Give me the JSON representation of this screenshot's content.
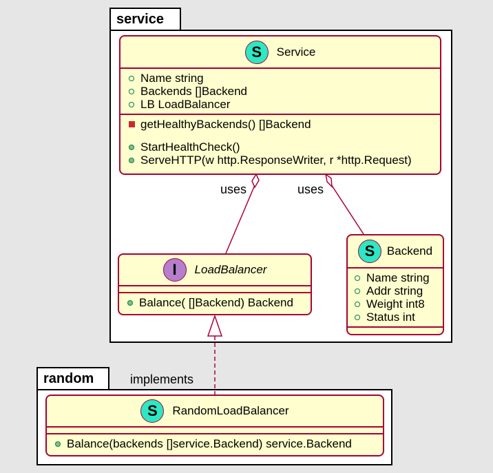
{
  "packages": {
    "service": "service",
    "random": "random"
  },
  "service_class": {
    "stereotype": "S",
    "name": "Service",
    "fields": [
      "Name string",
      "Backends []Backend",
      "LB LoadBalancer"
    ],
    "private_methods": [
      "getHealthyBackends() []Backend"
    ],
    "public_methods": [
      "StartHealthCheck()",
      "ServeHTTP(w http.ResponseWriter, r *http.Request)"
    ]
  },
  "loadbalancer_interface": {
    "stereotype": "I",
    "name": "LoadBalancer",
    "methods": [
      "Balance( []Backend) Backend"
    ]
  },
  "backend_class": {
    "stereotype": "S",
    "name": "Backend",
    "fields": [
      "Name string",
      "Addr string",
      "Weight int8",
      "Status int"
    ]
  },
  "random_class": {
    "stereotype": "S",
    "name": "RandomLoadBalancer",
    "methods": [
      "Balance(backends []service.Backend) service.Backend"
    ]
  },
  "relations": {
    "uses_lb": "uses",
    "uses_backend": "uses",
    "implements": "implements"
  },
  "colors": {
    "class_fill": "#fefece",
    "class_border": "#a80036",
    "struct_spot": "#2ce8c4",
    "interface_spot": "#b47fcd",
    "public_marker": "#84be84",
    "private_marker": "#c82930",
    "background": "#e6e6e6"
  }
}
